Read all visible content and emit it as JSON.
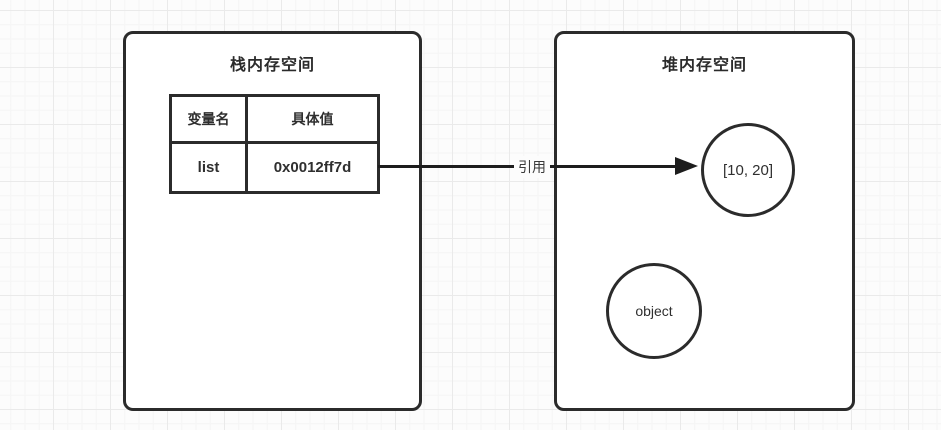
{
  "diagram": {
    "stack": {
      "title": "栈内存空间",
      "table": {
        "headers": [
          "变量名",
          "具体值"
        ],
        "rows": [
          [
            "list",
            "0x0012ff7d"
          ]
        ]
      }
    },
    "heap": {
      "title": "堆内存空间",
      "nodes": [
        {
          "label": "[10, 20]"
        },
        {
          "label": "object"
        }
      ]
    },
    "reference_arrow": {
      "label": "引用"
    },
    "colors": {
      "stroke": "#2b2b2b",
      "line": "#1d1d1d",
      "background": "#fcfcfc",
      "grid_minor": "#f5f5f5",
      "grid_major": "#eaeaea",
      "box_fill": "#ffffff",
      "text": "#2f2f2f"
    }
  }
}
